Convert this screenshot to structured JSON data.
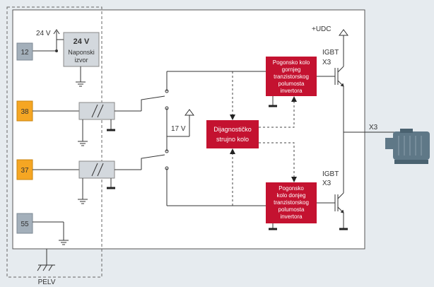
{
  "colors": {
    "background": "#e6ebef",
    "panel": "#ffffff",
    "terminal_grey": "#a3afba",
    "terminal_orange": "#f5a623",
    "red_block": "#c41230",
    "power_box": "#d3d8dd",
    "motor": "#5f7887"
  },
  "terminals": {
    "t12": "12",
    "t38": "38",
    "t37": "37",
    "t55": "55"
  },
  "labels": {
    "v24_top": "24 V",
    "v17": "17 V",
    "udc": "+UDC",
    "x3_out": "X3",
    "pelv": "PELV",
    "igbt_top": "IGBT",
    "x3_top": "X3",
    "igbt_bottom": "IGBT",
    "x3_bottom": "X3"
  },
  "power_supply": {
    "voltage": "24 V",
    "line1": "Naponski",
    "line2": "izvor"
  },
  "blocks": {
    "driver_top": [
      "Pogonsko kolo",
      "gornjeg",
      "tranzistorskog",
      "polumosta",
      "invertora"
    ],
    "diagnostic": [
      "Dijagnostičko",
      "strujno kolo"
    ],
    "driver_bottom": [
      "Pogonsko",
      "kolo donjeg",
      "tranzistorskog",
      "polumosta",
      "invertora"
    ]
  },
  "icons": {
    "motor": "motor-icon",
    "optocoupler": "optocoupler-icon",
    "ground": "ground-icon"
  }
}
